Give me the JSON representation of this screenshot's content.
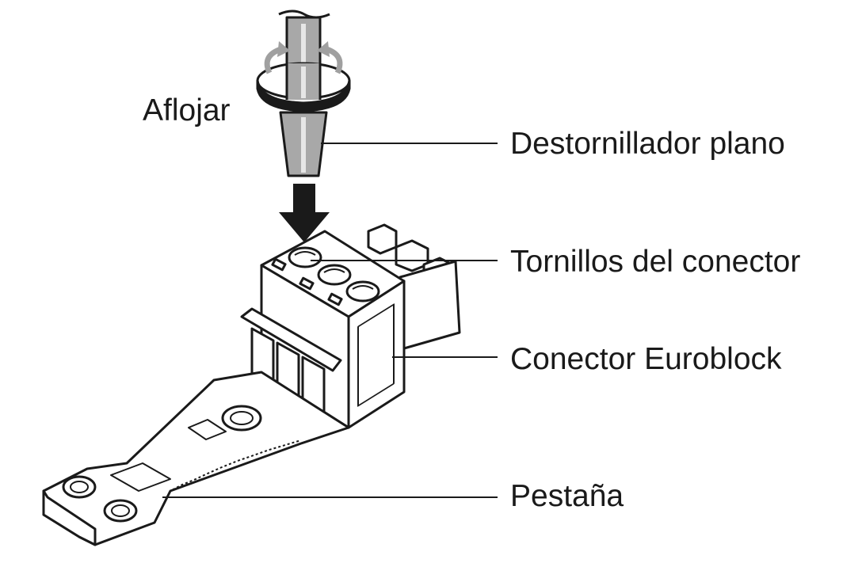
{
  "labels": {
    "action": "Aflojar",
    "screwdriver": "Destornillador plano",
    "screws": "Tornillos del conector",
    "connector": "Conector Euroblock",
    "tab": "Pestaña"
  },
  "colors": {
    "ink": "#1a1a1a",
    "tool_gray": "#a0a0a0",
    "tool_light": "#c8c8c8",
    "background": "#ffffff"
  }
}
